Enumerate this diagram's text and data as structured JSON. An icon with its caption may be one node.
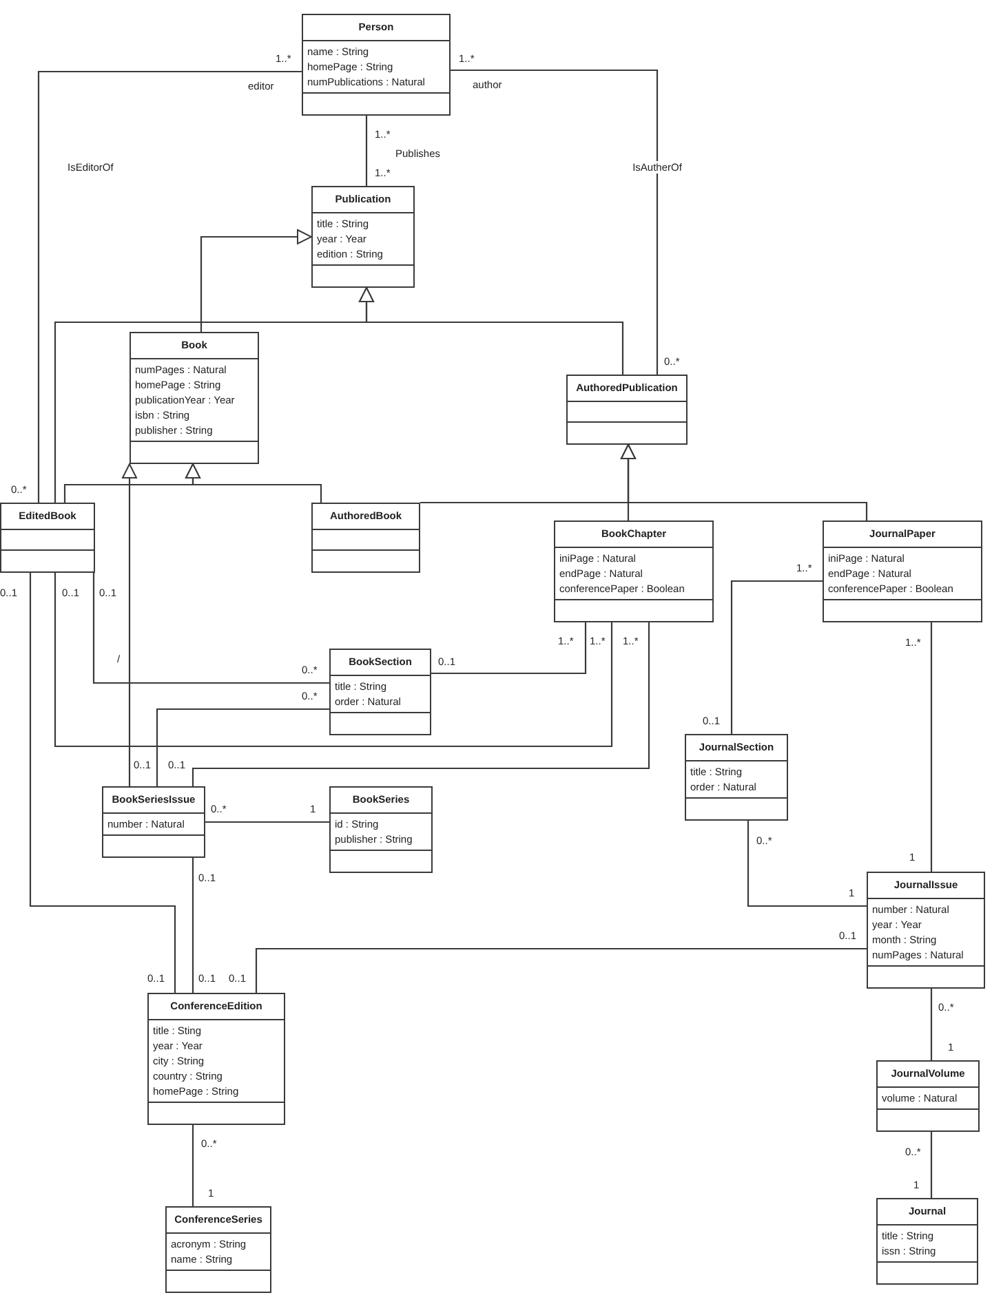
{
  "diagram": {
    "nodes": [
      {
        "text": [
          "Person",
          "name : String",
          "homePage : String",
          "numPublications : Natural"
        ]
      },
      {
        "text": [
          "Publication",
          "title : String",
          "year : Year",
          "edition : String"
        ]
      },
      {
        "text": [
          "Book",
          "numPages : Natural",
          "homePage : String",
          "publicationYear : Year",
          "isbn : String",
          "publisher : String"
        ]
      },
      {
        "text": [
          "AuthoredPublication"
        ]
      },
      {
        "text": [
          "EditedBook"
        ]
      },
      {
        "text": [
          "AuthoredBook"
        ]
      },
      {
        "text": [
          "BookChapter",
          "iniPage : Natural",
          "endPage : Natural",
          "conferencePaper : Boolean"
        ]
      },
      {
        "text": [
          "JournalPaper",
          "iniPage : Natural",
          "endPage : Natural",
          "conferencePaper : Boolean"
        ]
      },
      {
        "text": [
          "BookSection",
          "title : String",
          "order : Natural"
        ]
      },
      {
        "text": [
          "JournalSection",
          "title : String",
          "order : Natural"
        ]
      },
      {
        "text": [
          "BookSeriesIssue",
          "number : Natural"
        ]
      },
      {
        "text": [
          "BookSeries",
          "id : String",
          "publisher : String"
        ]
      },
      {
        "text": [
          "JournalIssue",
          "number : Natural",
          "year : Year",
          "month : String",
          "numPages : Natural"
        ]
      },
      {
        "text": [
          "ConferenceEdition",
          "title : Sting",
          "year : Year",
          "city : String",
          "country : String",
          "homePage : String"
        ]
      },
      {
        "text": [
          "JournalVolume",
          "volume : Natural"
        ]
      },
      {
        "text": [
          "ConferenceSeries",
          "acronym : String",
          "name : String"
        ]
      },
      {
        "text": [
          "Journal",
          "title : String",
          "issn : String"
        ]
      }
    ],
    "edges": [
      {
        "from": 0,
        "to": 4,
        "arrow": "none",
        "label": "IsEditorOf"
      },
      {
        "from": 0,
        "to": 1,
        "arrow": "none",
        "label": "Publishes"
      },
      {
        "from": 0,
        "to": 3,
        "arrow": "none",
        "label": "IsAutherOf"
      },
      {
        "from": 2,
        "to": 1,
        "arrow": "to"
      },
      {
        "from": 4,
        "to": 1,
        "arrow": "to"
      },
      {
        "from": 3,
        "to": 1,
        "arrow": "to"
      },
      {
        "from": 4,
        "to": 2,
        "arrow": "to"
      },
      {
        "from": 5,
        "to": 2,
        "arrow": "to"
      },
      {
        "from": 10,
        "to": 2,
        "arrow": "to",
        "label": "/"
      },
      {
        "from": 5,
        "to": 3,
        "arrow": "to"
      },
      {
        "from": 6,
        "to": 3,
        "arrow": "to"
      },
      {
        "from": 7,
        "to": 3,
        "arrow": "to"
      },
      {
        "from": 4,
        "to": 8,
        "arrow": "none"
      },
      {
        "from": 4,
        "to": 6,
        "arrow": "none"
      },
      {
        "from": 4,
        "to": 13,
        "arrow": "none"
      },
      {
        "from": 8,
        "to": 6,
        "arrow": "none"
      },
      {
        "from": 8,
        "to": 10,
        "arrow": "none"
      },
      {
        "from": 6,
        "to": 10,
        "arrow": "none"
      },
      {
        "from": 7,
        "to": 9,
        "arrow": "none"
      },
      {
        "from": 7,
        "to": 12,
        "arrow": "none"
      },
      {
        "from": 10,
        "to": 11,
        "arrow": "none"
      },
      {
        "from": 10,
        "to": 13,
        "arrow": "none"
      },
      {
        "from": 9,
        "to": 12,
        "arrow": "none"
      },
      {
        "from": 12,
        "to": 13,
        "arrow": "none"
      },
      {
        "from": 12,
        "to": 14,
        "arrow": "none"
      },
      {
        "from": 13,
        "to": 15,
        "arrow": "none"
      },
      {
        "from": 14,
        "to": 16,
        "arrow": "none"
      }
    ],
    "labels": [
      "1..*",
      "1..*",
      "editor",
      "author",
      "1..*",
      "1..*",
      "0..*",
      "0..*",
      "1..*",
      "0..1",
      "0..1",
      "0..1",
      "1..*",
      "1..*",
      "1..*",
      "1..*",
      "0..1",
      "0..*",
      "0..*",
      "0..1",
      "0..1",
      "0..1",
      "0..*",
      "1",
      "0..*",
      "1",
      "0..1",
      "1",
      "0..1",
      "0..1",
      "0..1",
      "0..1",
      "0..*",
      "1",
      "0..*",
      "0..*",
      "1",
      "1"
    ]
  }
}
